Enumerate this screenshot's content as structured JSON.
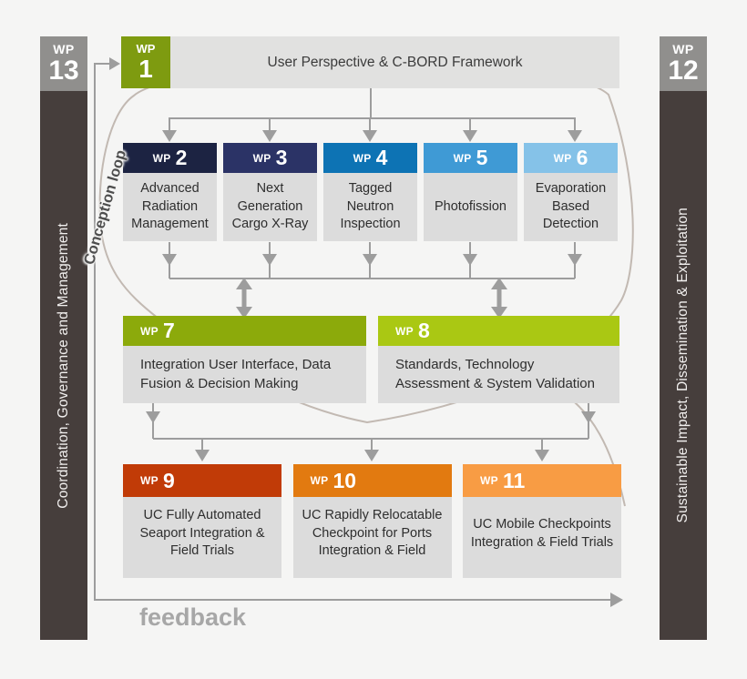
{
  "diagram": {
    "banner": {
      "title": "User Perspective & C-BORD Framework"
    },
    "wp1": {
      "prefix": "WP",
      "number": "1"
    },
    "side_columns": {
      "left": {
        "prefix": "WP",
        "number": "13",
        "label": "Coordination, Governance and Management"
      },
      "right": {
        "prefix": "WP",
        "number": "12",
        "label": "Sustainable Impact, Dissemination & Exploitation"
      }
    },
    "labels": {
      "conception_loop": "Conception loop",
      "feedback": "feedback"
    },
    "technology_row": [
      {
        "prefix": "WP",
        "number": "2",
        "title": "Advanced Radiation Management",
        "color": "#1c2342"
      },
      {
        "prefix": "WP",
        "number": "3",
        "title": "Next Generation Cargo X-Ray",
        "color": "#2b3366"
      },
      {
        "prefix": "WP",
        "number": "4",
        "title": "Tagged Neutron Inspection",
        "color": "#0d73b4"
      },
      {
        "prefix": "WP",
        "number": "5",
        "title": "Photofission",
        "color": "#3f9ad5"
      },
      {
        "prefix": "WP",
        "number": "6",
        "title": "Evaporation Based Detection",
        "color": "#85c2e8"
      }
    ],
    "integration_row": [
      {
        "prefix": "WP",
        "number": "7",
        "title": "Integration User Interface, Data Fusion & Decision Making",
        "color": "#8caa0b"
      },
      {
        "prefix": "WP",
        "number": "8",
        "title": "Standards, Technology Assessment & System Validation",
        "color": "#aac813"
      }
    ],
    "use_case_row": [
      {
        "prefix": "WP",
        "number": "9",
        "title": "UC Fully Automated Seaport Integration & Field Trials",
        "color": "#c13b07"
      },
      {
        "prefix": "WP",
        "number": "10",
        "title": "UC Rapidly Relocatable Checkpoint for Ports Integration & Field",
        "color": "#e27a10"
      },
      {
        "prefix": "WP",
        "number": "11",
        "title": "UC Mobile Checkpoints Integration & Field Trials",
        "color": "#f89c44"
      }
    ],
    "colors": {
      "background": "#f5f5f4",
      "banner_bg": "#e1e1e0",
      "box_body_bg": "#dcdcdc",
      "side_header_bg": "#908f8d",
      "side_body_bg": "#463e3c",
      "wp1_bg": "#7e9b10",
      "arrow": "#9d9d9d",
      "loop_stroke": "#c2b9b2",
      "text_dark": "#2e2e2e"
    }
  }
}
